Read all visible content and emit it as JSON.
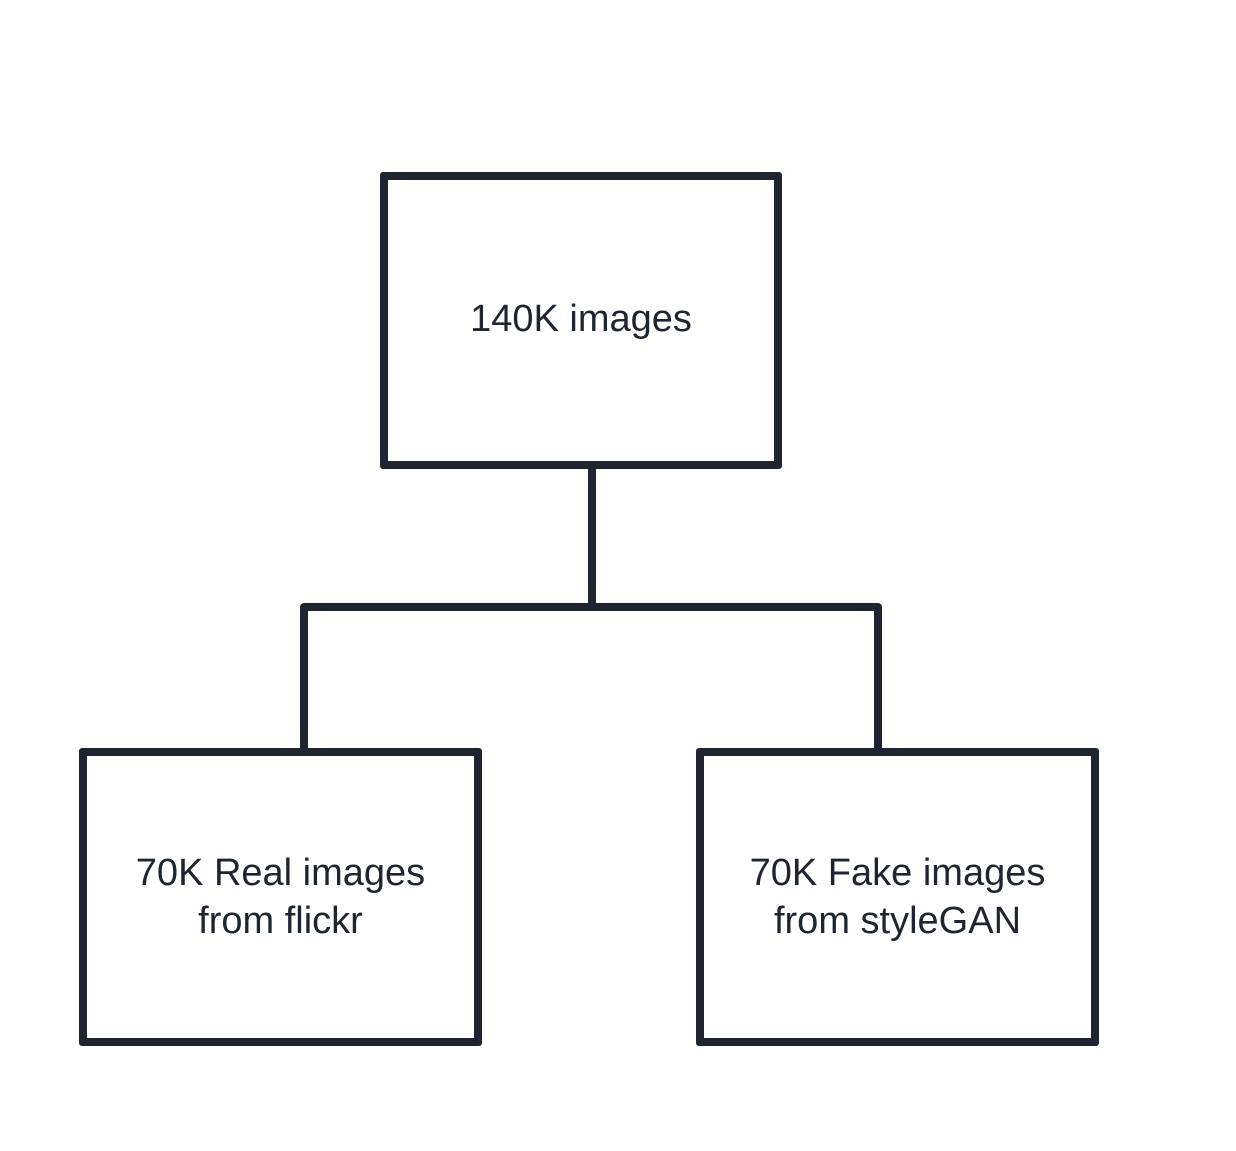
{
  "diagram": {
    "root": {
      "label": "140K images"
    },
    "children": [
      {
        "label": "70K Real images\nfrom flickr"
      },
      {
        "label": "70K Fake images\nfrom styleGAN"
      }
    ]
  },
  "colors": {
    "line": "#1f2530",
    "text": "#1f2530",
    "background": "#ffffff"
  }
}
